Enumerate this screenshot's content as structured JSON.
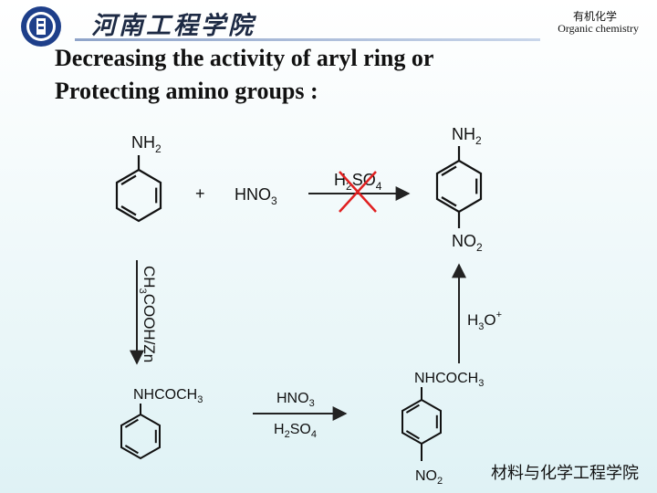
{
  "header": {
    "school_name": "河南工程学院",
    "course_cn": "有机化学",
    "course_en": "Organic chemistry"
  },
  "title_line1": "Decreasing the activity of aryl ring or",
  "title_line2": "Protecting amino groups :",
  "scheme": {
    "aniline_group": {
      "main": "NH",
      "sub": "2"
    },
    "plus": "+",
    "nitric_acid": {
      "main": "HNO",
      "sub": "3"
    },
    "sulfuric_acid_blocked": {
      "a": "H",
      "s1": "2",
      "b": "SO",
      "s2": "4"
    },
    "product_top_group": {
      "main": "NH",
      "sub": "2"
    },
    "product_nitro_group": {
      "main": "NO",
      "sub": "2"
    },
    "acetylation_reagent": {
      "a": "CH",
      "s1": "3",
      "b": "COOH/Zn"
    },
    "acetanilide_group": {
      "main": "NHCOCH",
      "sub": "3"
    },
    "nitration_reagent_top": {
      "main": "HNO",
      "sub": "3"
    },
    "nitration_reagent_bottom": {
      "a": "H",
      "s1": "2",
      "b": "SO",
      "s2": "4"
    },
    "nitro_acetanilide_group": {
      "main": "NHCOCH",
      "sub": "3"
    },
    "nitro_acetanilide_nitro": {
      "main": "NO",
      "sub": "2"
    },
    "hydrolysis_reagent": {
      "a": "H",
      "s1": "3",
      "b": "O",
      "sup": "+"
    },
    "blocked_mark_color": "#e02020"
  },
  "footer_cn": "材料与化学工程学院"
}
